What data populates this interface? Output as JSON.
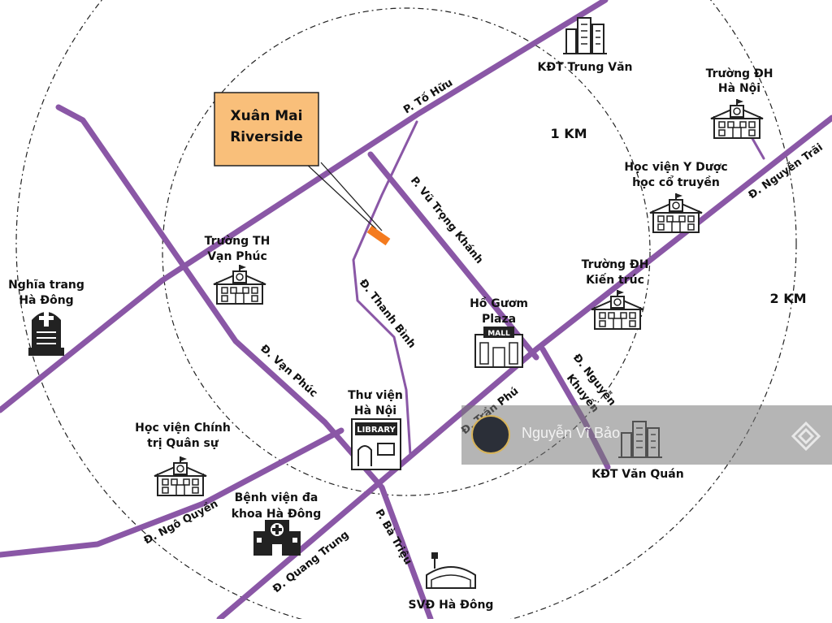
{
  "colors": {
    "road": "#8a57a6",
    "highlight_box": "#f9bf7a",
    "project_marker": "#f47b1f"
  },
  "project": {
    "name_line1": "Xuân Mai",
    "name_line2": "Riverside"
  },
  "rings": {
    "inner": "1 KM",
    "outer": "2 KM"
  },
  "roads": {
    "to_huu": "P. Tố Hữu",
    "vu_trong_khanh": "P. Vũ Trọng Khánh",
    "thanh_binh": "Đ. Thanh Bình",
    "van_phuc": "Đ. Vạn Phúc",
    "nguyen_trai": "Đ. Nguyễn Trãi",
    "nguyen_khuyen_1": "Đ. Nguyễn",
    "nguyen_khuyen_2": "Khuyến",
    "tran_phu": "Đ. Trần Phú",
    "ngo_quyen": "Đ. Ngô Quyền",
    "quang_trung": "Đ. Quang Trung",
    "ba_trieu": "P. Bà Triệu"
  },
  "places": {
    "kdt_trung_van": "KĐT Trung Văn",
    "truong_dh_hn_1": "Trường ĐH",
    "truong_dh_hn_2": "Hà Nội",
    "hv_y_duoc_1": "Học viện Y Dược",
    "hv_y_duoc_2": "học cổ truyền",
    "truong_dh_kt_1": "Trường ĐH",
    "truong_dh_kt_2": "Kiến trúc",
    "truong_th_1": "Trường TH",
    "truong_th_2": "Vạn Phúc",
    "nghia_trang_1": "Nghĩa trang",
    "nghia_trang_2": "Hà Đông",
    "ho_guom_1": "Hồ Gươm",
    "ho_guom_2": "Plaza",
    "mall_sign": "MALL",
    "thu_vien_1": "Thư viện",
    "thu_vien_2": "Hà Nội",
    "library_sign": "LIBRARY",
    "hv_chinh_tri_1": "Học viện Chính",
    "hv_chinh_tri_2": "trị Quân sự",
    "benh_vien_1": "Bệnh viện đa",
    "benh_vien_2": "khoa Hà Đông",
    "kdt_van_quan": "KĐT Văn Quán",
    "svd": "SVĐ Hà Đông"
  },
  "icons": {
    "school": "school-building-icon",
    "city": "city-buildings-icon",
    "tomb": "tombstone-icon",
    "mall": "shopping-mall-icon",
    "library": "library-icon",
    "hospital": "hospital-icon",
    "stadium": "stadium-icon"
  },
  "watermark": {
    "name": "Nguyễn Vĩ Bảo"
  }
}
